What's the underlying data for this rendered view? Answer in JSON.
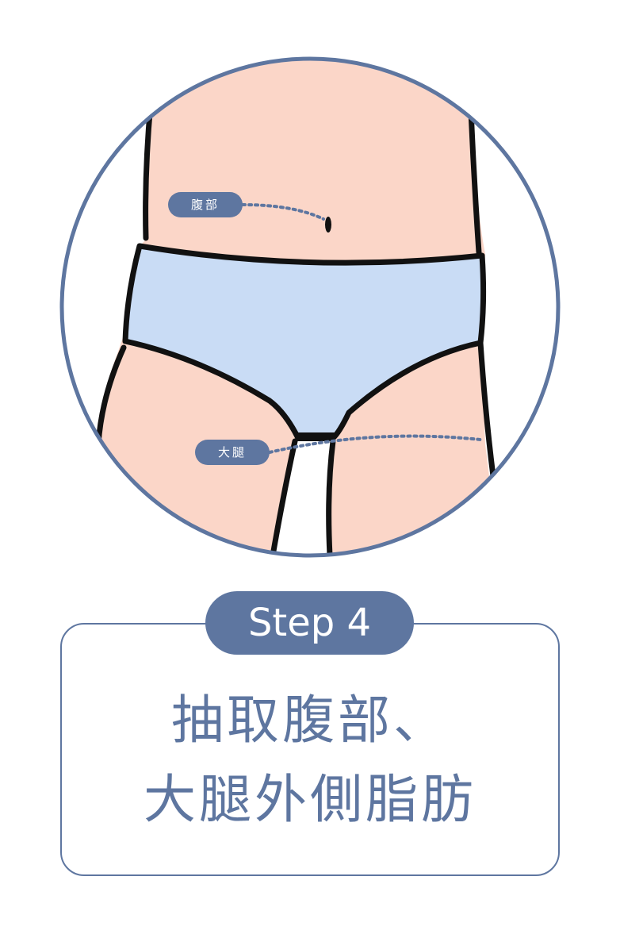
{
  "labels": {
    "abdomen": "腹部",
    "thigh": "大腿"
  },
  "step": "Step 4",
  "caption": {
    "line1": "抽取腹部、",
    "line2": "大腿外側脂肪"
  },
  "colors": {
    "accent": "#5e76a0",
    "skin": "#fbd6c8",
    "garment": "#c9dcf5",
    "outline": "#111111",
    "background": "#ffffff"
  }
}
